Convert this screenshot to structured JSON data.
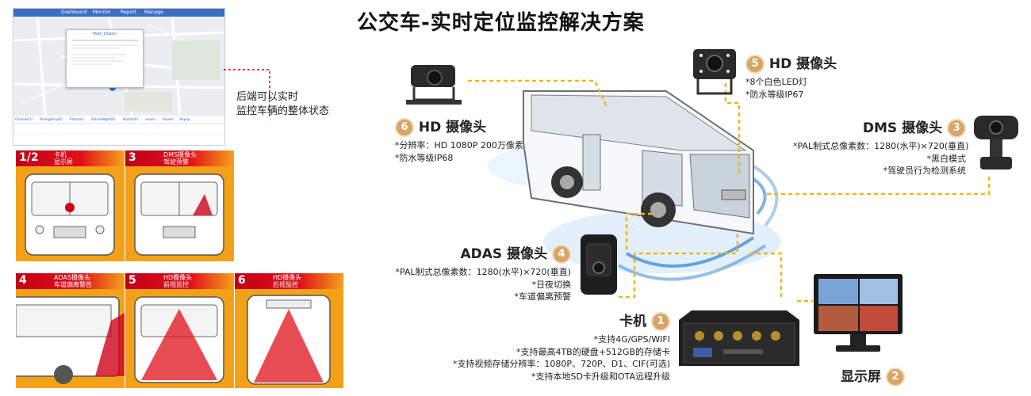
{
  "title": "公交车-实时定位监控解决方案",
  "caption_lines": [
    "后端可以实时",
    "监控车辆的整体状态"
  ],
  "map_ui": {
    "tabs": [
      "Dashboard",
      "Monitor",
      "Report",
      "Manage"
    ],
    "popup_title": "Post_1(test)",
    "table_headers": [
      "Channel(1)",
      "Emergency(0)",
      "Alarm(0)",
      "Online/Night(0)",
      "Alarms(0)",
      "Issues",
      "Sound",
      "Popup"
    ]
  },
  "cameras": {
    "cam6": {
      "num": "6",
      "title": "HD 摄像头",
      "specs": [
        "*分辨率：HD 1080P 200万像素",
        "*防水等级IP68"
      ]
    },
    "cam5": {
      "num": "5",
      "title": "HD 摄像头",
      "specs": [
        "*8个白色LED灯",
        "*防水等级IP67"
      ]
    },
    "cam3": {
      "num": "3",
      "title": "DMS 摄像头",
      "specs": [
        "*PAL制式总像素数：1280(水平)×720(垂直)",
        "*黑白模式",
        "*驾驶员行为检测系统"
      ]
    },
    "cam4": {
      "num": "4",
      "title": "ADAS 摄像头",
      "specs": [
        "*PAL制式总像素数：1280(水平)×720(垂直)",
        "*日夜切换",
        "*车道偏离预警"
      ]
    },
    "dvr": {
      "num": "1",
      "title": "卡机",
      "specs": [
        "*支持4G/GPS/WIFI",
        "*支持最高4TB的硬盘+512GB的存储卡",
        "*支持视频存储分辨率：1080P、720P、D1、CIF(可选)",
        "*支持本地SD卡升级和OTA远程升级"
      ]
    },
    "monitor": {
      "num": "2",
      "title": "显示屏"
    }
  },
  "tiles": [
    {
      "num": "1/2",
      "text": "卡机\n显示屏"
    },
    {
      "num": "3",
      "text": "DMS摄像头\n驾驶预警"
    },
    {
      "num": "4",
      "text": "ADAS摄像头\n车道偏离警告"
    },
    {
      "num": "5",
      "text": "HD摄像头\n前视监控"
    },
    {
      "num": "6",
      "text": "HD摄像头\n后视监控"
    }
  ],
  "colors": {
    "accent_orange": "#f4a11a",
    "accent_red": "#d0021b",
    "badge_tan": "#d9a567",
    "connector": "#f2b31b"
  }
}
